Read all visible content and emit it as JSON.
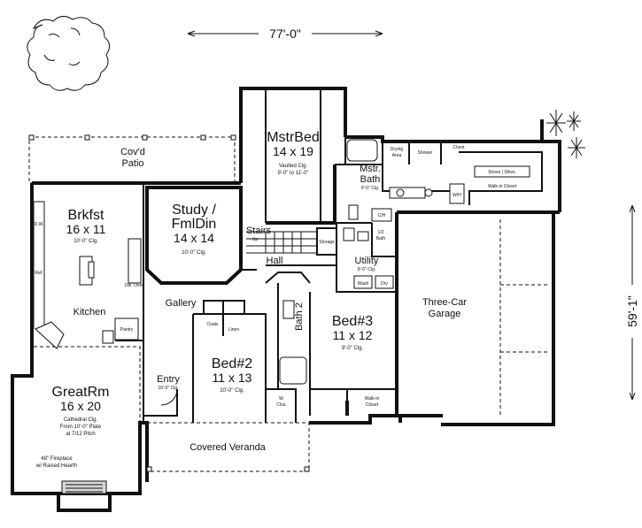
{
  "dimensions": {
    "width": "77'-0\"",
    "depth": "59'-1\""
  },
  "rooms": {
    "covd_patio": {
      "name1": "Cov'd",
      "name2": "Patio"
    },
    "mstr_bed": {
      "name": "MstrBed",
      "size": "14 x 19",
      "ceiling1": "Vaulted Clg.",
      "ceiling2": "9'-0\" to 11'-0\""
    },
    "mstr_bath": {
      "name1": "Mstr.",
      "name2": "Bath",
      "ceiling": "9'-0\" Clg."
    },
    "brkfst": {
      "name": "Brkfst",
      "size": "16 x 11",
      "ceiling": "10'-0\" Clg."
    },
    "study": {
      "name1": "Study /",
      "name2": "FmlDin",
      "size": "14 x 14",
      "ceiling": "10'-0\" Clg."
    },
    "kitchen": {
      "name": "Kitchen"
    },
    "gallery": {
      "name": "Gallery"
    },
    "hall": {
      "name": "Hall"
    },
    "stairs": {
      "name": "Stairs",
      "dir": "Up"
    },
    "bath2": {
      "name": "Bath 2"
    },
    "bed3": {
      "name": "Bed#3",
      "size": "11 x 12",
      "ceiling": "9'-0\" Clg."
    },
    "bed2": {
      "name": "Bed#2",
      "size": "11 x 13",
      "ceiling": "10'-0\" Clg."
    },
    "entry": {
      "name": "Entry",
      "ceiling": "10'-0\" Clg."
    },
    "great_rm": {
      "name": "GreatRm",
      "size": "16 x 20",
      "ceiling1": "Cathedral Clg.",
      "ceiling2": "From 10'-0\" Plate",
      "ceiling3": "at 7/12 Pitch",
      "note1": "48\" Fireplace",
      "note2": "w/ Raised Hearth"
    },
    "covered_veranda": {
      "name": "Covered Veranda"
    },
    "utility": {
      "name": "Utility",
      "ceiling": "8'-0\" Clg."
    },
    "garage": {
      "name1": "Three-Car",
      "name2": "Garage"
    },
    "walk_in_closet": {
      "name": "Walk-in Closet"
    },
    "walk_in_closet_2": {
      "name1": "Walk-in",
      "name2": "Closet"
    },
    "w_clos": {
      "name1": "W.",
      "name2": "Clos."
    },
    "half_bath": {
      "name": "1/2",
      "sub": "Bath"
    }
  },
  "fixtures": {
    "drying_area1": "Drying",
    "drying_area2": "Area",
    "shower": "Shower",
    "chest": "Chest",
    "shoes_shelves": "Shoes | Shlvs.",
    "storage": "Storage",
    "linen": "Linen",
    "coats": "Coats",
    "pantry": "Pantry",
    "wash": "Wash",
    "dry": "Dry",
    "oven": "Dbl. Oven",
    "refrig": "Ref.",
    "dw": "D.W.",
    "wh": "W/H",
    "ch": "C/H"
  }
}
